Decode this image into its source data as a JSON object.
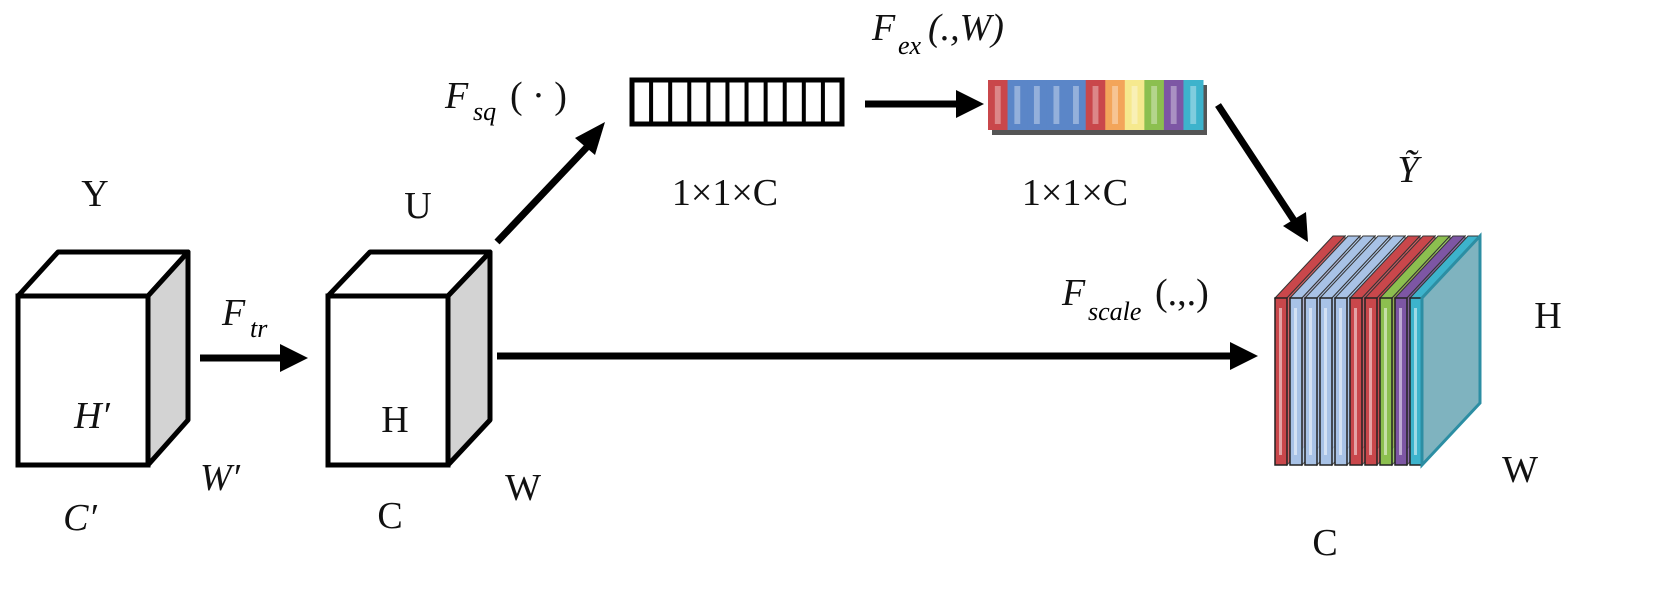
{
  "labels": {
    "y_top": "Y",
    "h_prime": "H′",
    "w_prime": "W′",
    "c_prime": "C′",
    "u_top": "U",
    "u_h": "H",
    "u_w": "W",
    "u_c": "C",
    "vec1_dim": "1×1×C",
    "vec2_dim": "1×1×C",
    "y_tilde": "Ỹ",
    "out_h": "H",
    "out_w": "W",
    "out_c": "C"
  },
  "operators": {
    "f_tr": {
      "base": "F",
      "sub": "tr",
      "args": ""
    },
    "f_sq": {
      "base": "F",
      "sub": "sq",
      "args": "( · )"
    },
    "f_ex": {
      "base": "F",
      "sub": "ex",
      "args": "(.,W)"
    },
    "f_scale": {
      "base": "F",
      "sub": "scale",
      "args": "(.,.)"
    }
  },
  "channel_colors": [
    "#c9474b",
    "#5b86c8",
    "#5b86c8",
    "#5b86c8",
    "#5b86c8",
    "#c9474b",
    "#f3a55a",
    "#f6e98e",
    "#8cbf4f",
    "#7d56a4",
    "#3db3cc"
  ],
  "stack_colors": [
    "#c9474b",
    "#a8c2e6",
    "#a8c2e6",
    "#a8c2e6",
    "#a8c2e6",
    "#c9474b",
    "#c9474b",
    "#8cbf4f",
    "#7d56a4",
    "#3db3cc"
  ],
  "vector_cells": 11
}
